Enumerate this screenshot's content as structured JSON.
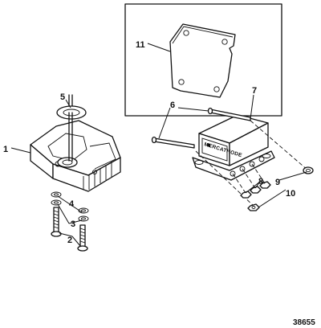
{
  "callouts": {
    "c1": "1",
    "c2": "2",
    "c3": "3",
    "c4": "4",
    "c5": "5",
    "c6": "6",
    "c7": "7",
    "c8": "8",
    "c9": "9",
    "c10": "10",
    "c11": "11"
  },
  "regulator_brand": "MERCATHODE",
  "figure_number": "38655"
}
